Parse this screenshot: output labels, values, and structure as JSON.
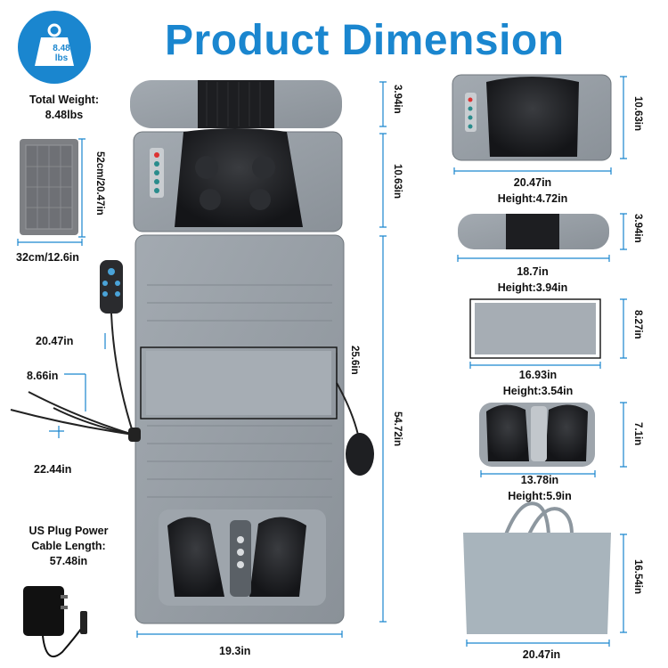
{
  "title": "Product Dimension",
  "badge": {
    "value": "8.48",
    "unit": "lbs",
    "icon": "weight-icon"
  },
  "total_weight": {
    "label": "Total Weight:",
    "value": "8.48lbs"
  },
  "pad": {
    "width": "32cm/12.6in",
    "height": "52cm/20.47in"
  },
  "mat": {
    "pillow_height": "3.94in",
    "head_section_height": "10.63in",
    "body_section_height": "54.72in",
    "width": "19.3in",
    "center_pad_length": "25.6in"
  },
  "controller": {
    "cord_length": "20.47in",
    "cable_a": "8.66in",
    "cable_b": "22.44in"
  },
  "power": {
    "label_line1": "US Plug Power",
    "label_line2": "Cable Length:",
    "value": "57.48in"
  },
  "components": [
    {
      "name": "head massager",
      "width": "20.47in",
      "height": "Height:4.72in",
      "side": "10.63in"
    },
    {
      "name": "pillow",
      "width": "18.7in",
      "height": "Height:3.94in",
      "side": "3.94in"
    },
    {
      "name": "cushion",
      "width": "16.93in",
      "height": "Height:3.54in",
      "side": "8.27in"
    },
    {
      "name": "foot massager",
      "width": "13.78in",
      "height": "Height:5.9in",
      "side": "7.1in"
    },
    {
      "name": "carry bag",
      "width": "20.47in",
      "height": "",
      "side": "16.54in"
    }
  ],
  "colors": {
    "accent": "#1a86cf",
    "mat": "#9aa1a8",
    "dark": "#1e1f22"
  }
}
